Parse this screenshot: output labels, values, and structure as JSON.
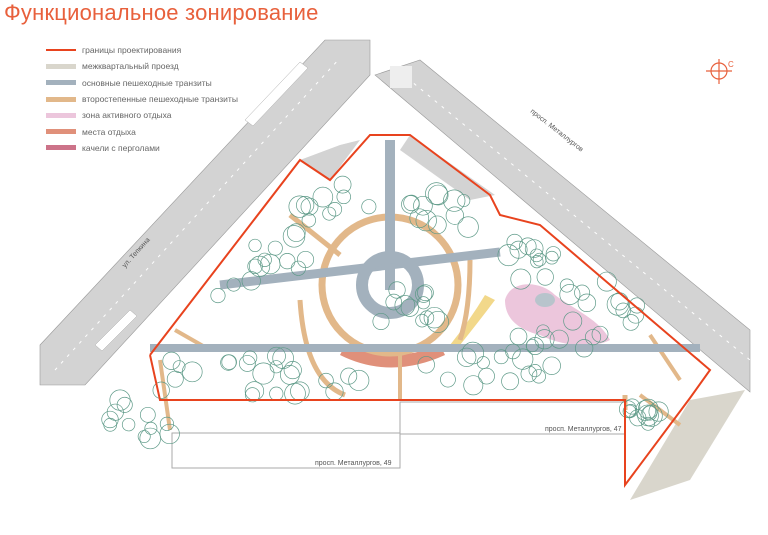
{
  "title": "Функциональное зонирование",
  "legend": [
    {
      "label": "границы проектирования",
      "color": "#e8431e"
    },
    {
      "label": "межквартальный проезд",
      "color": "#d9d6cc"
    },
    {
      "label": "основные пешеходные транзиты",
      "color": "#a3b1bd"
    },
    {
      "label": "второстепенные пешеходные транзиты",
      "color": "#e2b88a"
    },
    {
      "label": "зона активного отдыха",
      "color": "#ecc6dc"
    },
    {
      "label": "места отдыха",
      "color": "#e0907a"
    },
    {
      "label": "качели с перголами",
      "color": "#cc7389"
    }
  ],
  "compass": {
    "label": "С"
  },
  "streets": {
    "right_avenue": "просп. Металлургов",
    "left_street": "ул. Тепкина",
    "building_47": "просп. Металлургов, 47",
    "building_49": "просп. Металлургов, 49"
  }
}
